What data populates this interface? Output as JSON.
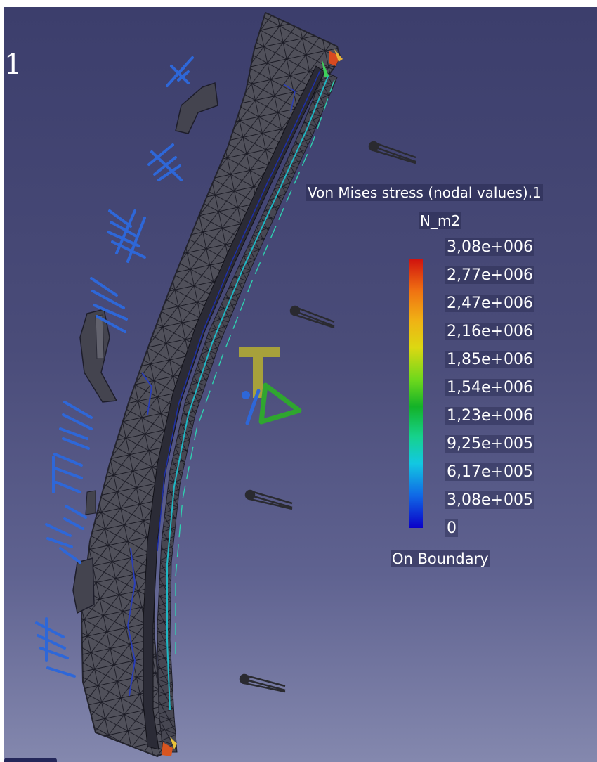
{
  "viewer": {
    "left_glyph": "1",
    "legend": {
      "title": "Von Mises stress (nodal values).1",
      "unit": "N_m2",
      "values": [
        "3,08e+006",
        "2,77e+006",
        "2,47e+006",
        "2,16e+006",
        "1,85e+006",
        "1,54e+006",
        "1,23e+006",
        "9,25e+005",
        "6,17e+005",
        "3,08e+005",
        "0"
      ],
      "footer": "On Boundary"
    },
    "icons": {
      "restraint_symbols": "clamp-restraint-icon",
      "load_arrows": "distributed-force-arrow-icon",
      "compass": "axis-triad-icon"
    },
    "colors": {
      "background_top": "#3c3e6c",
      "background_bottom": "#8488ae",
      "mesh_fill": "#50505a",
      "restraint_blue": "#2e67d8",
      "axis_gold": "#a7a13b",
      "axis_green": "#2fa62f",
      "stress_max": "#d0110e",
      "stress_min": "#0a00c8"
    }
  }
}
